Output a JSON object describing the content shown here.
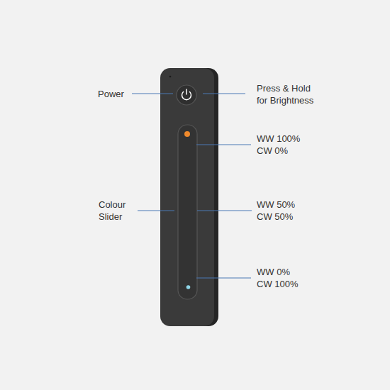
{
  "diagram": {
    "labels": [
      "Power",
      "Press & Hold for Brightness",
      "Colour Slider",
      "WW 100% CW 0%",
      "WW 50% CW 50%",
      "WW 0% CW 100%"
    ]
  }
}
